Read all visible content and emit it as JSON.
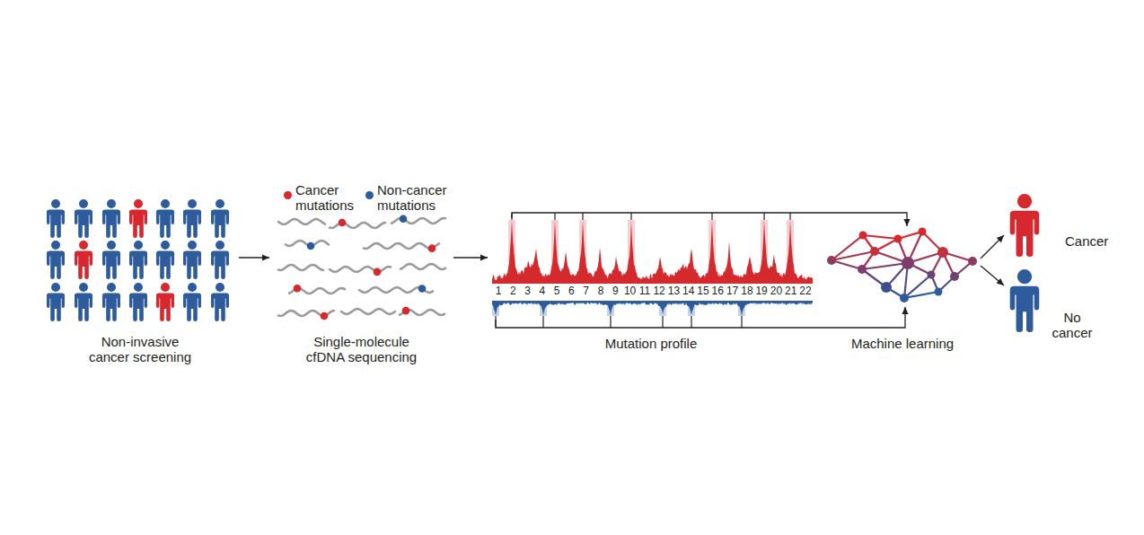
{
  "diagram": {
    "nodes": [
      {
        "text": [
          "Non-invasive cancer screening"
        ]
      },
      {
        "text": [
          "Single-molecule cfDNA sequencing"
        ]
      },
      {
        "text": [
          "Mutation profile"
        ]
      },
      {
        "text": [
          "Machine learning"
        ]
      },
      {
        "text": [
          "Cancer"
        ]
      },
      {
        "text": [
          "No cancer"
        ]
      }
    ],
    "edges": [
      {
        "from": 0,
        "to": 1,
        "arrow": "to"
      },
      {
        "from": 1,
        "to": 2,
        "arrow": "to"
      },
      {
        "from": 2,
        "to": 3,
        "arrow": "to"
      },
      {
        "from": 2,
        "to": 3,
        "arrow": "to"
      },
      {
        "from": 3,
        "to": 4,
        "arrow": "to"
      },
      {
        "from": 3,
        "to": 5,
        "arrow": "to"
      }
    ],
    "labels": [
      "1",
      "2",
      "3",
      "4",
      "5",
      "6",
      "7",
      "8",
      "9",
      "10",
      "11",
      "12",
      "13",
      "14",
      "15",
      "16",
      "17",
      "18",
      "19",
      "20",
      "21",
      "22"
    ],
    "legend": [
      {
        "text": "Cancer mutations",
        "color": "#d7282f"
      },
      {
        "text": "Non-cancer mutations",
        "color": "#2d5b9c"
      }
    ]
  }
}
